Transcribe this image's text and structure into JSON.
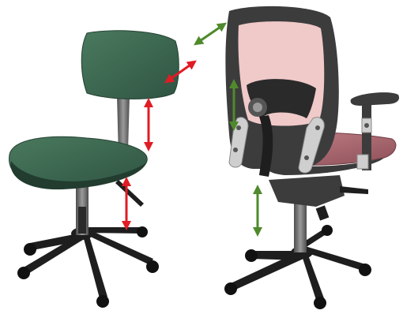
{
  "colors": {
    "background": "#ffffff",
    "seat_green": "#3f6b53",
    "seat_green_dark": "#2d5040",
    "frame_black": "#1e1e1e",
    "column_gray": "#6f6f6f",
    "mesh_pink": "#f0c9c9",
    "seat_mauve": "#b5727a",
    "frame_dark_gray": "#3c3c3c",
    "bracket_light_gray": "#cfcfcf",
    "arrow_red": "#e01c24",
    "arrow_green": "#4f8a2c"
  },
  "chairs": [
    {
      "name": "simple-office-chair",
      "parts": [
        "backrest",
        "back-post",
        "seat",
        "gas-lift",
        "adjust-lever",
        "five-star-base",
        "casters"
      ],
      "adjustment_arrows": [
        {
          "name": "backrest-tilt",
          "color": "red"
        },
        {
          "name": "backrest-height",
          "color": "red"
        },
        {
          "name": "seat-height",
          "color": "red"
        }
      ]
    },
    {
      "name": "ergonomic-mesh-chair",
      "parts": [
        "mesh-backrest",
        "lumbar-support",
        "armrest",
        "seat",
        "mechanism",
        "gas-lift",
        "five-star-base",
        "casters"
      ],
      "adjustment_arrows": [
        {
          "name": "backrest-tilt",
          "color": "green"
        },
        {
          "name": "lumbar-height",
          "color": "green"
        },
        {
          "name": "seat-height",
          "color": "green"
        }
      ]
    }
  ]
}
